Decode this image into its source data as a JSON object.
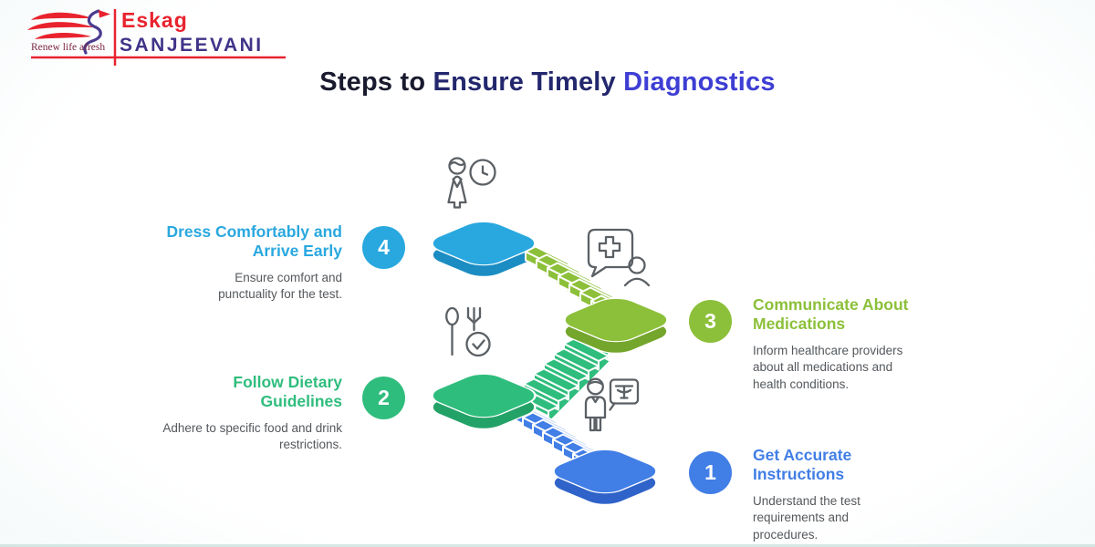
{
  "brand": {
    "tagline": "Renew life afresh",
    "name_line1": "Eskag",
    "name_line2": "SANJEEVANI",
    "red": "#e8232e",
    "purple": "#3f3488",
    "tagline_color": "#7d2742"
  },
  "title": {
    "part1": "Steps to ",
    "part2": "Ensure Timely ",
    "part3": "Diagnostics",
    "part1_color": "#191a2e",
    "part2_color": "#23276d",
    "part3_color": "#3e3ed4"
  },
  "description_color": "#54585c",
  "steps": [
    {
      "number": "1",
      "title": "Get Accurate Instructions",
      "description": "Understand the test requirements and procedures.",
      "color": "#417ee6",
      "color_dark": "#2f63c9",
      "icon": "person-xray-icon"
    },
    {
      "number": "2",
      "title": "Follow Dietary Guidelines",
      "description": "Adhere to specific food and drink restrictions.",
      "color": "#2fbd7d",
      "color_dark": "#23a267",
      "icon": "cutlery-check-icon"
    },
    {
      "number": "3",
      "title": "Communicate About Medications",
      "description": "Inform healthcare providers about all medications and health conditions.",
      "color": "#8cc03a",
      "color_dark": "#74a52c",
      "icon": "chat-medical-icon"
    },
    {
      "number": "4",
      "title": "Dress Comfortably and Arrive Early",
      "description": "Ensure comfort and punctuality for the test.",
      "color": "#29a8df",
      "color_dark": "#1b8dc2",
      "icon": "person-clock-icon"
    }
  ]
}
